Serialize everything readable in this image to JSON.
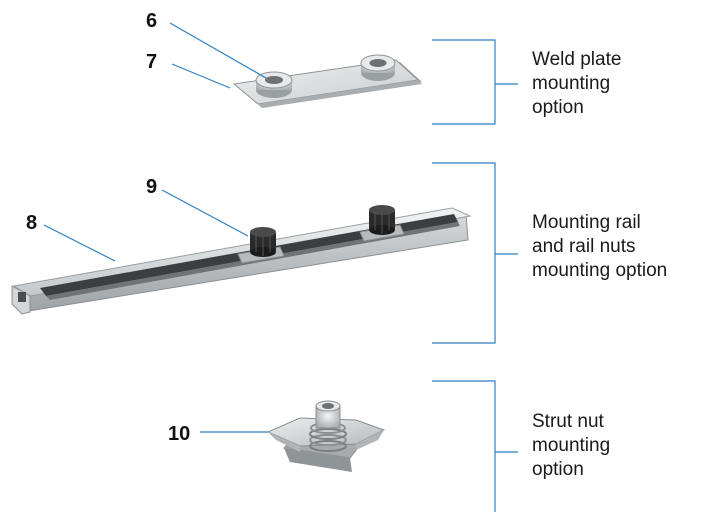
{
  "colors": {
    "leader": "#2f7fc1",
    "metal_light": "#e4e6e7",
    "metal_mid": "#c3c7c9",
    "metal_dark": "#8e9396",
    "nut_dark": "#2b2b2b",
    "text": "#1a1a1a"
  },
  "callouts": {
    "c6": "6",
    "c7": "7",
    "c8": "8",
    "c9": "9",
    "c10": "10"
  },
  "options": [
    {
      "lines": [
        "Weld plate",
        "mounting",
        "option"
      ]
    },
    {
      "lines": [
        "Mounting rail",
        "and rail nuts",
        "mounting option"
      ]
    },
    {
      "lines": [
        "Strut nut",
        "mounting",
        "option"
      ]
    }
  ]
}
